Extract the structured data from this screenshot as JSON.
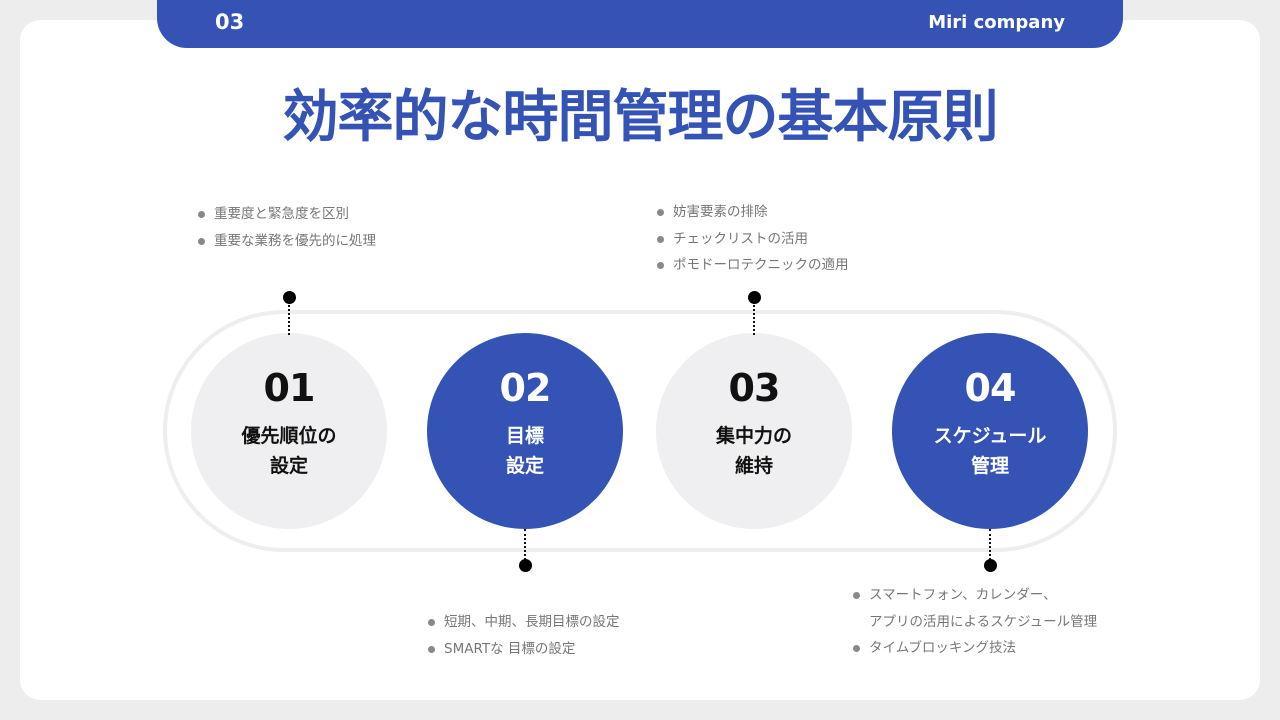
{
  "header": {
    "section_number": "03",
    "company": "Miri company"
  },
  "title": "効率的な時間管理の基本原則",
  "colors": {
    "accent": "#3553B4",
    "light_circle": "#EFEEF0",
    "background": "#EEEDEE",
    "bullet_text": "#777777"
  },
  "steps": [
    {
      "number": "01",
      "label": "優先順位の\n設定",
      "style": "light",
      "bullets": [
        "重要度と緊急度を区別",
        "重要な業務を優先的に処理"
      ]
    },
    {
      "number": "02",
      "label": "目標\n設定",
      "style": "dark",
      "bullets": [
        "短期、中期、長期目標の設定",
        "SMARTな 目標の設定"
      ]
    },
    {
      "number": "03",
      "label": "集中力の\n維持",
      "style": "light",
      "bullets": [
        "妨害要素の排除",
        "チェックリストの活用",
        "ポモドーロテクニックの適用"
      ]
    },
    {
      "number": "04",
      "label": "スケジュール\n管理",
      "style": "dark",
      "bullets": [
        "スマートフォン、カレンダー、",
        "アプリの活用によるスケジュール管理",
        "タイムブロッキング技法"
      ]
    }
  ]
}
